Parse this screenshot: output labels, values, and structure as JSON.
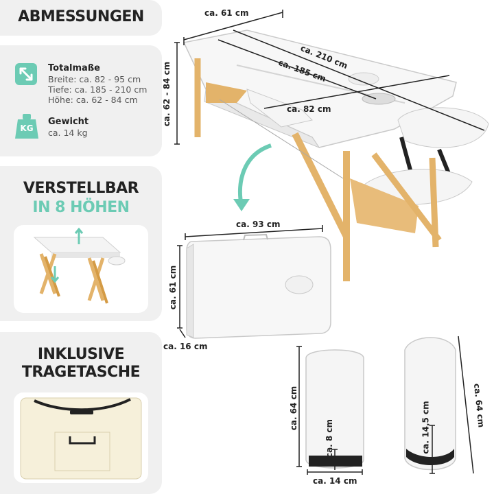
{
  "sections": {
    "dimensions_title": "ABMESSUNGEN",
    "adjust_title_1": "VERSTELLBAR",
    "adjust_title_2": "IN 8 HÖHEN",
    "bag_title_1": "INKLUSIVE",
    "bag_title_2": "TRAGETASCHE"
  },
  "specs": {
    "total_title": "Totalmaße",
    "width": "Breite: ca. 82 - 95 cm",
    "depth": "Tiefe: ca. 185 - 210 cm",
    "height": "Höhe: ca. 62 - 84 cm",
    "weight_title": "Gewicht",
    "weight_value": "ca. 14 kg",
    "weight_icon_label": "KG"
  },
  "dimensions": {
    "table_width": "ca. 61 cm",
    "table_length_max": "ca. 210 cm",
    "table_length_min": "ca. 185 cm",
    "table_width_arms": "ca. 82 cm",
    "table_height": "ca. 62 - 84 cm",
    "folded_length": "ca. 93 cm",
    "folded_width": "ca. 61 cm",
    "folded_depth": "ca. 16 cm",
    "half_roll_length": "ca. 64 cm",
    "half_roll_height": "ca. 8 cm",
    "half_roll_width": "ca. 14 cm",
    "full_roll_length": "ca. 64 cm",
    "full_roll_diameter": "ca. 14,5 cm"
  },
  "colors": {
    "accent": "#6ccbb4",
    "wood": "#e3b36a",
    "panel": "#f0f0f0"
  }
}
